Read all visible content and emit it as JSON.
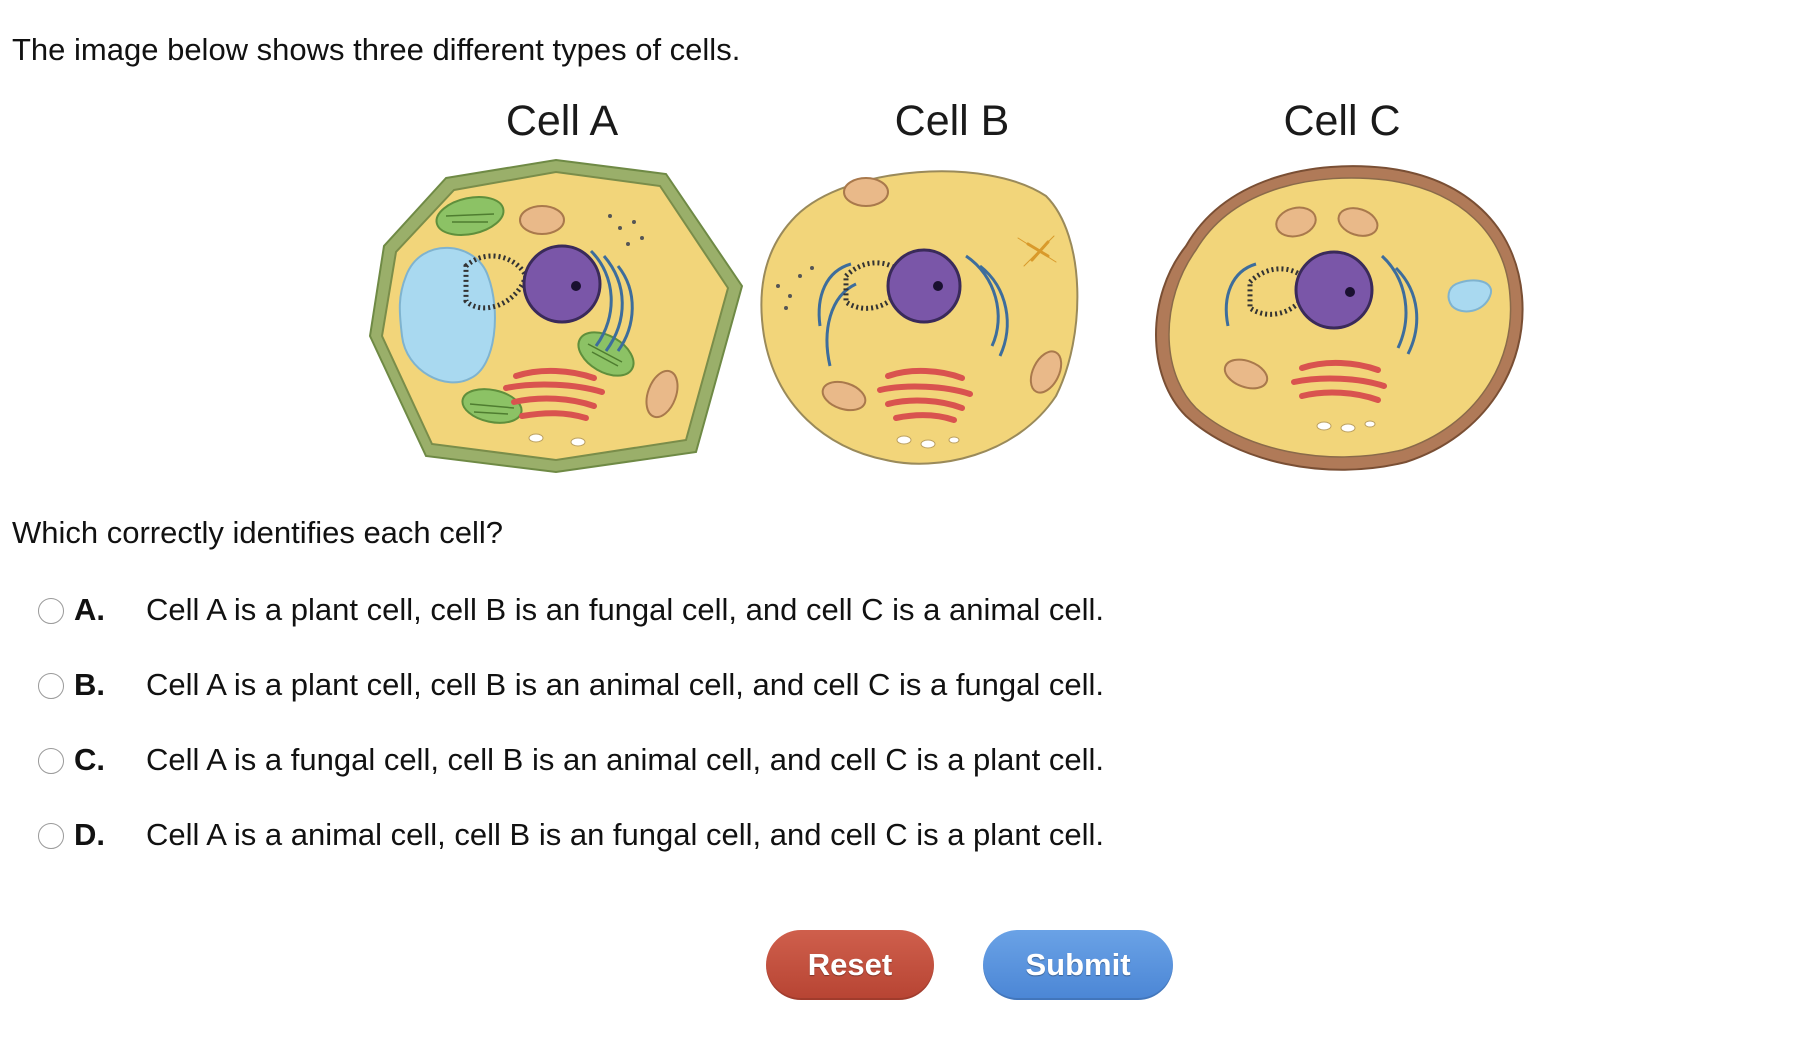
{
  "intro_text": "The image below shows three different types of cells.",
  "cells": [
    {
      "label": "Cell A"
    },
    {
      "label": "Cell B"
    },
    {
      "label": "Cell C"
    }
  ],
  "question": "Which correctly identifies each cell?",
  "options": [
    {
      "letter": "A.",
      "text": "Cell A is a plant cell, cell B is an fungal cell, and cell C is a animal cell."
    },
    {
      "letter": "B.",
      "text": "Cell A is a plant cell, cell B is an animal cell, and cell C is a fungal cell."
    },
    {
      "letter": "C.",
      "text": "Cell A is a fungal cell, cell B is an animal cell, and cell C is a plant cell."
    },
    {
      "letter": "D.",
      "text": "Cell A is a animal cell, cell B is an fungal cell, and cell C is a plant cell."
    }
  ],
  "buttons": {
    "reset": "Reset",
    "submit": "Submit"
  },
  "colors": {
    "cytoplasm": "#f2d57a",
    "cell_wall_plant": "#9aaf6a",
    "cell_wall_fungal": "#b07a58",
    "nucleus": "#7a56a8",
    "vacuole": "#a9d9f0",
    "chloroplast": "#8cc265",
    "golgi": "#d9534f",
    "er": "#4a4a4a",
    "mitochondria": "#e9b989",
    "reset_button": "#c0513f",
    "submit_button": "#5592dc"
  }
}
